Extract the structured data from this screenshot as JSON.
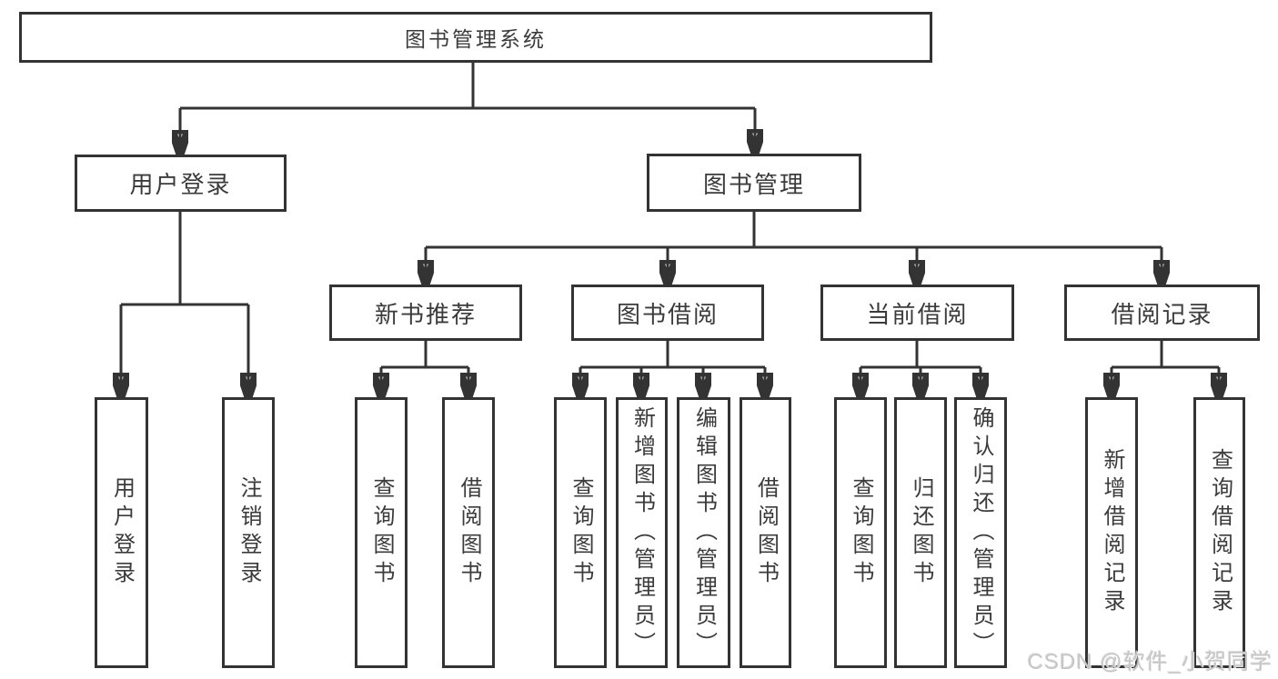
{
  "tree": {
    "root": {
      "label": "图书管理系统",
      "children": [
        {
          "label": "用户登录",
          "children": [
            {
              "label": "用户登录"
            },
            {
              "label": "注销登录"
            }
          ]
        },
        {
          "label": "图书管理",
          "children": [
            {
              "label": "新书推荐",
              "children": [
                {
                  "label": "查询图书"
                },
                {
                  "label": "借阅图书"
                }
              ]
            },
            {
              "label": "图书借阅",
              "children": [
                {
                  "label": "查询图书"
                },
                {
                  "label": "新增图书（管理员）"
                },
                {
                  "label": "编辑图书（管理员）"
                },
                {
                  "label": "借阅图书"
                }
              ]
            },
            {
              "label": "当前借阅",
              "children": [
                {
                  "label": "查询图书"
                },
                {
                  "label": "归还图书"
                },
                {
                  "label": "确认归还（管理员）"
                }
              ]
            },
            {
              "label": "借阅记录",
              "children": [
                {
                  "label": "新增借阅记录"
                },
                {
                  "label": "查询借阅记录"
                }
              ]
            }
          ]
        }
      ]
    }
  },
  "watermark": {
    "text": "CSDN @软件_小贺同学"
  },
  "colors": {
    "line": "#333333",
    "box_border": "#333333",
    "text": "#3b3b3b",
    "watermark": "#c6c6c6",
    "background": "#ffffff"
  }
}
